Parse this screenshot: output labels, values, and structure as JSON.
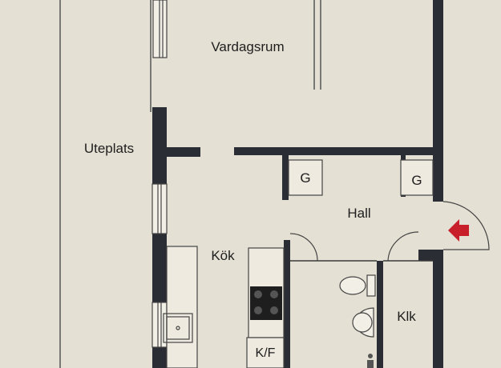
{
  "rooms": {
    "living_room": "Vardagsrum",
    "patio": "Uteplats",
    "hall": "Hall",
    "kitchen": "Kök",
    "bathroom": "Klk",
    "fridge_freezer": "K/F",
    "closet_left": "G",
    "closet_right": "G"
  },
  "colors": {
    "paper": "#e4e0d3",
    "wall": "#2a2d33",
    "line": "#3a3a3a",
    "entrance_arrow": "#c8202a"
  }
}
